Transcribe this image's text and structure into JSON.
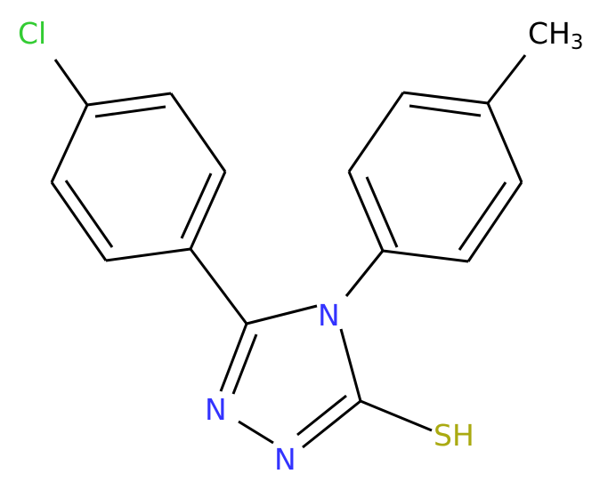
{
  "molecule": {
    "atoms": {
      "chlorine": "Cl",
      "methyl_main": "CH",
      "methyl_sub": "3",
      "n4": "N",
      "n2": "N",
      "n1": "N",
      "thiol": "SH"
    },
    "colors": {
      "bond": "#000000",
      "chlorine": "#33cc33",
      "nitrogen": "#3333ff",
      "sulfur": "#aaaa11",
      "carbon": "#000000"
    }
  }
}
